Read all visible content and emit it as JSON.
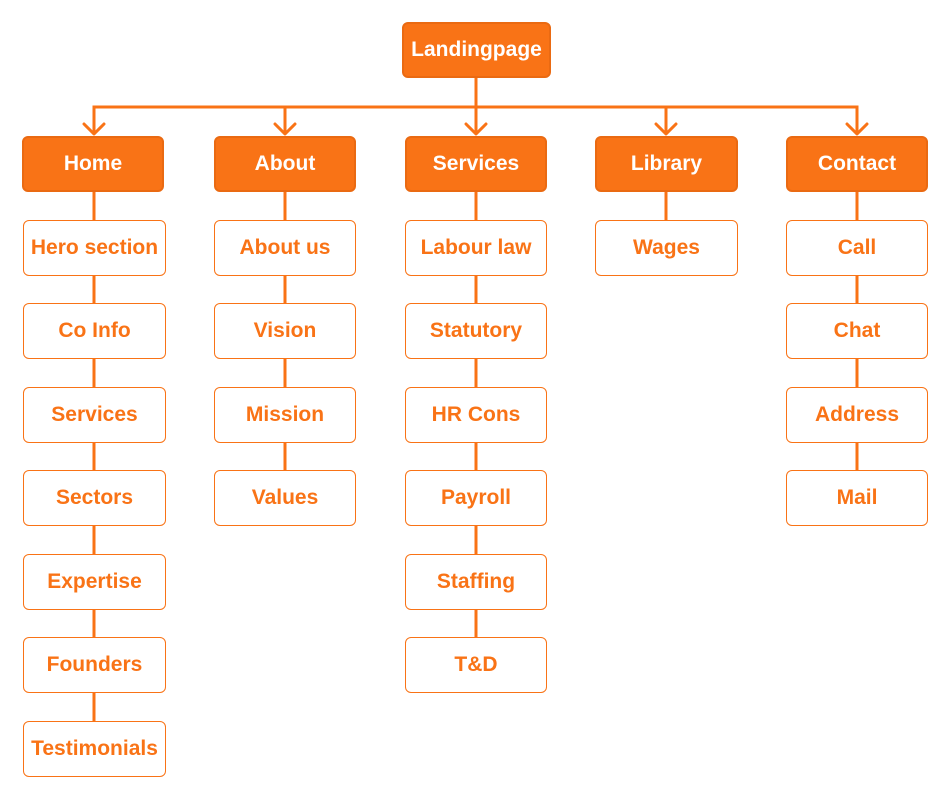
{
  "colors": {
    "accent": "#F97316",
    "text_on_accent": "#FFFFFF",
    "background": "#FFFFFF"
  },
  "root": {
    "label": "Landingpage"
  },
  "columns": [
    {
      "label": "Home",
      "items": [
        "Hero section",
        "Co Info",
        "Services",
        "Sectors",
        "Expertise",
        "Founders",
        "Testimonials"
      ]
    },
    {
      "label": "About",
      "items": [
        "About us",
        "Vision",
        "Mission",
        "Values"
      ]
    },
    {
      "label": "Services",
      "items": [
        "Labour law",
        "Statutory",
        "HR Cons",
        "Payroll",
        "Staffing",
        "T&D"
      ]
    },
    {
      "label": "Library",
      "items": [
        "Wages"
      ]
    },
    {
      "label": "Contact",
      "items": [
        "Call",
        "Chat",
        "Address",
        "Mail"
      ]
    }
  ]
}
